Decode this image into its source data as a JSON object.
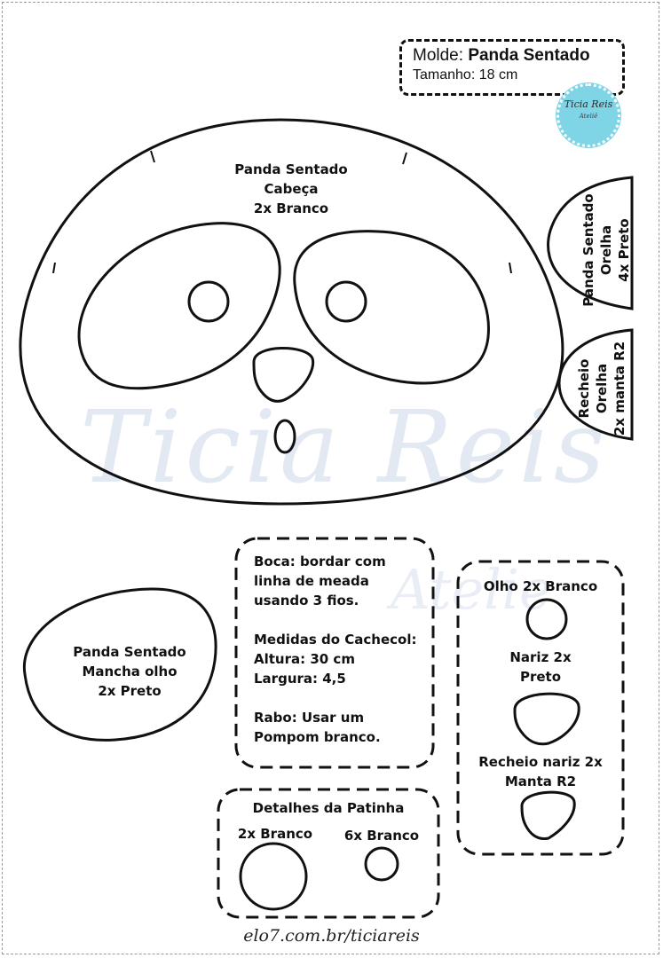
{
  "header": {
    "molde_label": "Molde:",
    "molde_name": "Panda Sentado",
    "size": "Tamanho: 18 cm"
  },
  "badge": {
    "name": "Ticia Reis",
    "sub": "Ateliê"
  },
  "watermark": {
    "main": "Ticia Reis",
    "secondary": "Atelie"
  },
  "pieces": {
    "head": [
      "Panda Sentado",
      "Cabeça",
      "2x  Branco"
    ],
    "ear": [
      "Panda Sentado",
      "Orelha",
      "4x Preto"
    ],
    "ear_fill": [
      "Recheio",
      "Orelha",
      "2x manta R2"
    ],
    "eye_patch": [
      "Panda Sentado",
      "Mancha olho",
      "2x Preto"
    ]
  },
  "notes": {
    "mouth": [
      "Boca: bordar com",
      "linha de meada",
      "usando 3 fios."
    ],
    "scarf": [
      "Medidas do Cachecol:",
      "Altura: 30 cm",
      "Largura: 4,5"
    ],
    "tail": [
      "Rabo: Usar um",
      "Pompom branco."
    ]
  },
  "small_parts": {
    "eye": "Olho 2x Branco",
    "nose": [
      "Nariz 2x",
      "Preto"
    ],
    "nose_fill": [
      "Recheio nariz 2x",
      "Manta R2"
    ]
  },
  "paw": {
    "title": "Detalhes da Patinha",
    "big": "2x Branco",
    "small": "6x Branco"
  },
  "footer": "elo7.com.br/ticiareis"
}
